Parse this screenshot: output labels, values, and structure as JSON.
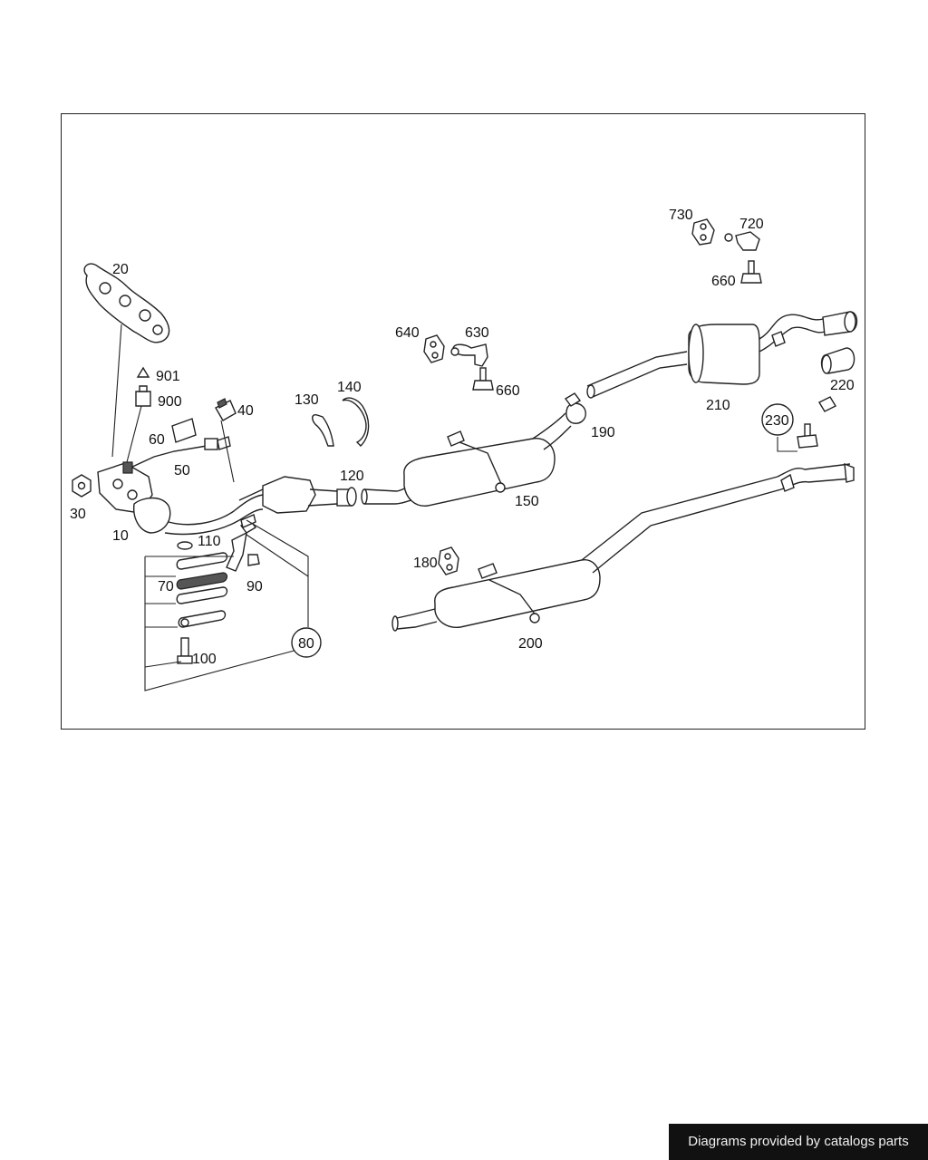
{
  "diagram": {
    "callouts": {
      "c10": "10",
      "c20": "20",
      "c30": "30",
      "c40": "40",
      "c50": "50",
      "c60": "60",
      "c70": "70",
      "c80": "80",
      "c90": "90",
      "c100": "100",
      "c110": "110",
      "c120": "120",
      "c130": "130",
      "c140": "140",
      "c150": "150",
      "c180": "180",
      "c190": "190",
      "c200": "200",
      "c210": "210",
      "c220": "220",
      "c230": "230",
      "c630": "630",
      "c640": "640",
      "c660a": "660",
      "c660b": "660",
      "c720": "720",
      "c730": "730",
      "c900": "900",
      "c901": "901"
    }
  },
  "footer": {
    "text": "Diagrams provided by catalogs parts"
  }
}
